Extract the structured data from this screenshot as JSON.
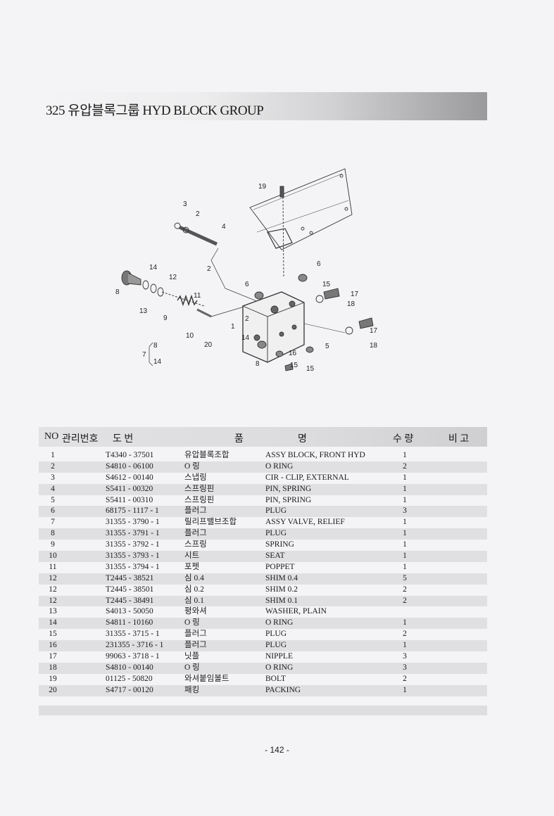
{
  "header": {
    "title": "325  유압블록그룹 HYD BLOCK GROUP"
  },
  "diagram": {
    "callouts": [
      "19",
      "3",
      "2",
      "4",
      "2",
      "14",
      "12",
      "8",
      "13",
      "11",
      "9",
      "10",
      "20",
      "7",
      "8",
      "14",
      "6",
      "6",
      "15",
      "17",
      "18",
      "1",
      "2",
      "14",
      "5",
      "16",
      "8",
      "15",
      "15",
      "17",
      "18"
    ]
  },
  "table": {
    "headers": {
      "no": "NO",
      "mgmt_no": "관리번호",
      "drawing_no": "도    번",
      "name_a": "품",
      "name_b": "명",
      "qty": "수 량",
      "remarks": "비 고"
    },
    "rows": [
      {
        "no": "1",
        "part": "T4340 - 37501",
        "kname": "유압블록조합",
        "ename": "ASSY BLOCK, FRONT HYD",
        "qty": "1"
      },
      {
        "no": "2",
        "part": "S4810 - 06100",
        "kname": "O 링",
        "ename": "O RING",
        "qty": "2"
      },
      {
        "no": "3",
        "part": "S4612 - 00140",
        "kname": "스냅링",
        "ename": "CIR - CLIP, EXTERNAL",
        "qty": "1"
      },
      {
        "no": "4",
        "part": "S5411 - 00320",
        "kname": "스프링핀",
        "ename": "PIN, SPRING",
        "qty": "1"
      },
      {
        "no": "5",
        "part": "S5411 - 00310",
        "kname": "스프링핀",
        "ename": "PIN, SPRING",
        "qty": "1"
      },
      {
        "no": "6",
        "part": "68175 - 1117 - 1",
        "kname": "플러그",
        "ename": "PLUG",
        "qty": "3"
      },
      {
        "no": "7",
        "part": "31355 - 3790 - 1",
        "kname": "릴리프밸브조합",
        "ename": "ASSY VALVE, RELIEF",
        "qty": "1"
      },
      {
        "no": "8",
        "part": "31355 - 3791 - 1",
        "kname": "플러그",
        "ename": "PLUG",
        "qty": "1"
      },
      {
        "no": "9",
        "part": "31355 - 3792 - 1",
        "kname": "스프링",
        "ename": "SPRING",
        "qty": "1"
      },
      {
        "no": "10",
        "part": "31355 - 3793 - 1",
        "kname": "시트",
        "ename": "SEAT",
        "qty": "1"
      },
      {
        "no": "11",
        "part": "31355 - 3794 - 1",
        "kname": "포펫",
        "ename": "POPPET",
        "qty": "1"
      },
      {
        "no": "12",
        "part": "T2445 - 38521",
        "kname": "심 0.4",
        "ename": "SHIM 0.4",
        "qty": "5"
      },
      {
        "no": "12",
        "part": "T2445 - 38501",
        "kname": "심 0.2",
        "ename": "SHIM 0.2",
        "qty": "2"
      },
      {
        "no": "12",
        "part": "T2445 - 38491",
        "kname": "심 0.1",
        "ename": "SHIM 0.1",
        "qty": "2"
      },
      {
        "no": "13",
        "part": "S4013 - 50050",
        "kname": "평와셔",
        "ename": "WASHER, PLAIN",
        "qty": ""
      },
      {
        "no": "14",
        "part": "S4811 - 10160",
        "kname": "O 링",
        "ename": "O RING",
        "qty": "1"
      },
      {
        "no": "15",
        "part": "31355 - 3715 - 1",
        "kname": "플러그",
        "ename": "PLUG",
        "qty": "2"
      },
      {
        "no": "16",
        "part": "231355 - 3716 - 1",
        "kname": "플러그",
        "ename": "PLUG",
        "qty": "1"
      },
      {
        "no": "17",
        "part": "99063 - 3718 - 1",
        "kname": "닛플",
        "ename": "NIPPLE",
        "qty": "3"
      },
      {
        "no": "18",
        "part": "S4810 - 00140",
        "kname": "O 링",
        "ename": "O RING",
        "qty": "3"
      },
      {
        "no": "19",
        "part": "01125 - 50820",
        "kname": "와셔붙임볼트",
        "ename": "BOLT",
        "qty": "2"
      },
      {
        "no": "20",
        "part": "S4717 - 00120",
        "kname": "패킹",
        "ename": "PACKING",
        "qty": "1"
      }
    ]
  },
  "footer": {
    "page_number": "- 142 -"
  }
}
